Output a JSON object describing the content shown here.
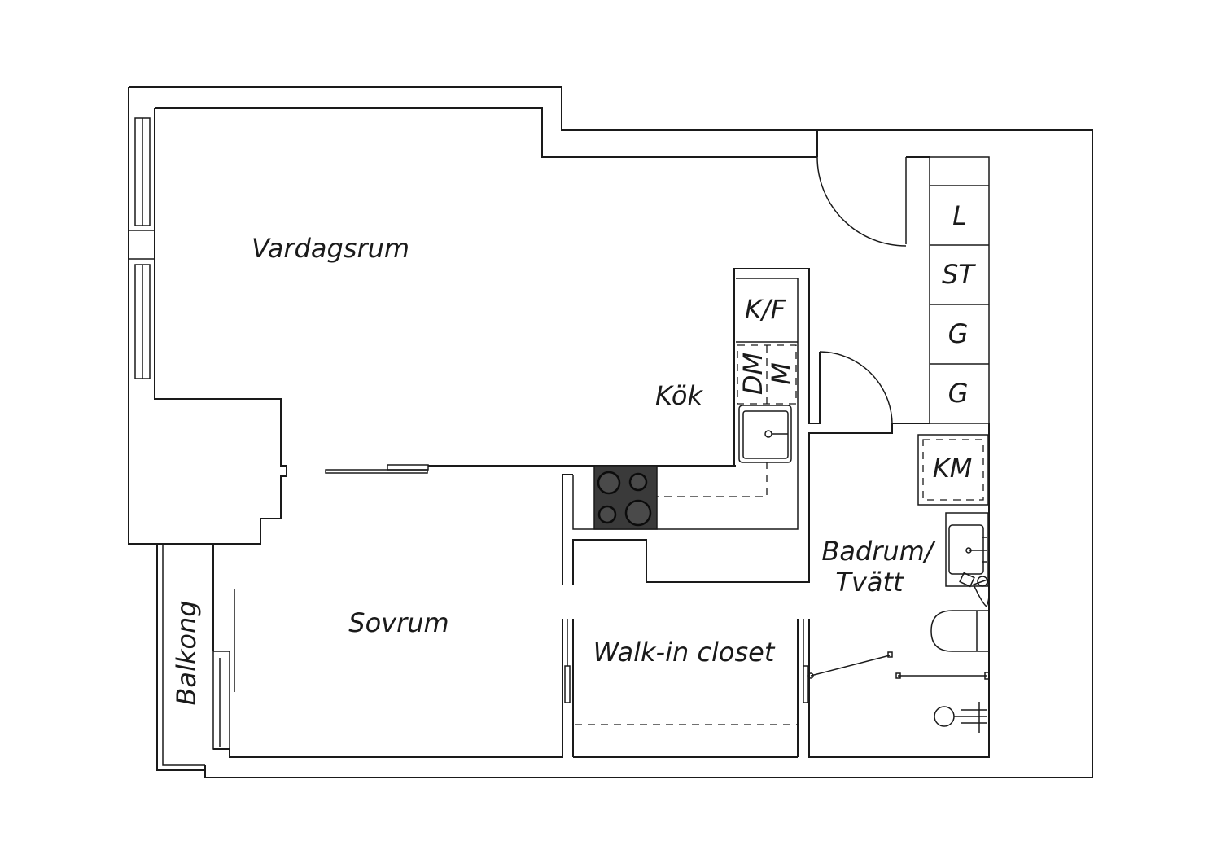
{
  "rooms": {
    "living": "Vardagsrum",
    "kitchen": "Kök",
    "bedroom": "Sovrum",
    "closet": "Walk-in closet",
    "bath_line1": "Badrum/",
    "bath_line2": "Tvätt",
    "balcony": "Balkong"
  },
  "fixtures": {
    "fridge_freezer": "K/F",
    "dishwasher": "DM",
    "microwave": "M",
    "closet_l": "L",
    "closet_st": "ST",
    "closet_g1": "G",
    "closet_g2": "G",
    "washer": "KM"
  },
  "colors": {
    "line": "#1a1a1a",
    "stove": "#3a3a3a",
    "background": "#ffffff"
  }
}
